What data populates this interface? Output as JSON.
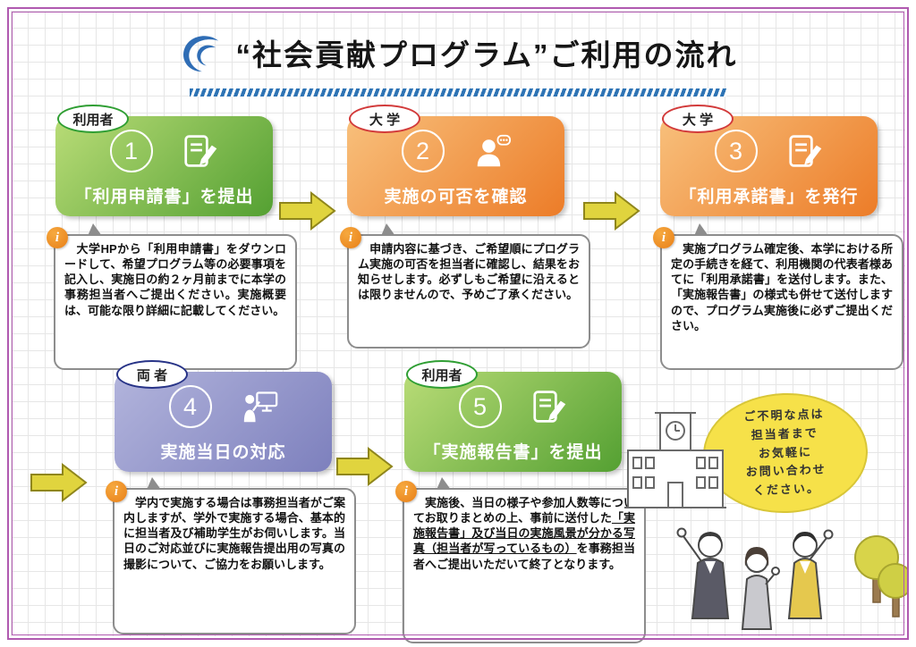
{
  "page": {
    "title": "“社会貢献プログラム”ご利用の流れ"
  },
  "steps": [
    {
      "actor": "利用者",
      "number": "1",
      "icon": "document-edit-icon",
      "title": "「利用申請書」を提出",
      "description": "　大学HPから「利用申請書」をダウンロードして、希望プログラム等の必要事項を記入し、実施日の約２ヶ月前までに本学の事務担当者へご提出ください。実施概要は、可能な限り詳細に記載してください。"
    },
    {
      "actor": "大 学",
      "number": "2",
      "icon": "person-speech-icon",
      "title": "実施の可否を確認",
      "description": "　申請内容に基づき、ご希望順にプログラム実施の可否を担当者に確認し、結果をお知らせします。必ずしもご希望に沿えるとは限りませんので、予めご了承ください。"
    },
    {
      "actor": "大 学",
      "number": "3",
      "icon": "document-edit-icon",
      "title": "「利用承諾書」を発行",
      "description": "　実施プログラム確定後、本学における所定の手続きを経て、利用機関の代表者様あてに「利用承諾書」を送付します。また、「実施報告書」の様式も併せて送付しますので、プログラム実施後に必ずご提出ください。"
    },
    {
      "actor": "両 者",
      "number": "4",
      "icon": "presenter-icon",
      "title": "実施当日の対応",
      "description": "　学内で実施する場合は事務担当者がご案内しますが、学外で実施する場合、基本的に担当者及び補助学生がお伺いします。当日のご対応並びに実施報告提出用の写真の撮影について、ご協力をお願いします。"
    },
    {
      "actor": "利用者",
      "number": "5",
      "icon": "document-edit-icon",
      "title": "「実施報告書」を提出",
      "description_parts": [
        {
          "text": "　実施後、当日の様子や参加人数等についてお取りまとめの上、事前に送付した"
        },
        {
          "text": "「実施報告書」及び当日の実施風景が分かる写真（担当者が写っているもの）",
          "underline": true
        },
        {
          "text": "を事務担当者へご提出いただいて終了となります。"
        }
      ]
    }
  ],
  "contact": {
    "text": "ご不明な点は\n担当者まで\nお気軽に\nお問い合わせ\nください。"
  },
  "colors": {
    "frame": "#b05ab0",
    "underline": "#2e74b5",
    "green1": "#b9dc77",
    "green2": "#54a032",
    "orange1": "#f8c07c",
    "orange2": "#ec7c28",
    "purple1": "#b2b4dc",
    "purple2": "#7d80bd",
    "actor-green": "#2f9e33",
    "actor-red": "#d23b3b",
    "actor-navy": "#273387",
    "arrow": "#e0d43e",
    "arrow-edge": "#8f861c",
    "info1": "#f6a93f",
    "info2": "#e87f18",
    "bubble-border": "#8d8d8d",
    "contact-bg": "#f6e149"
  }
}
